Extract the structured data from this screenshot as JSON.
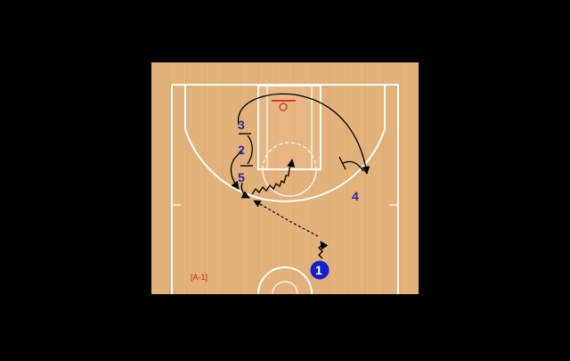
{
  "diagram": {
    "play_label": "[A-1]",
    "players": [
      {
        "number": "3"
      },
      {
        "number": "2"
      },
      {
        "number": "5"
      },
      {
        "number": "4"
      },
      {
        "number": "1"
      }
    ]
  },
  "colors": {
    "background": "#000000",
    "court_wood": "#e3b17a",
    "court_lines": "#ffffff",
    "rim": "#d93a2a",
    "player_numbers": "#2c2aa8",
    "ball_handler": "#1320d0",
    "play_label": "#cc2222"
  }
}
